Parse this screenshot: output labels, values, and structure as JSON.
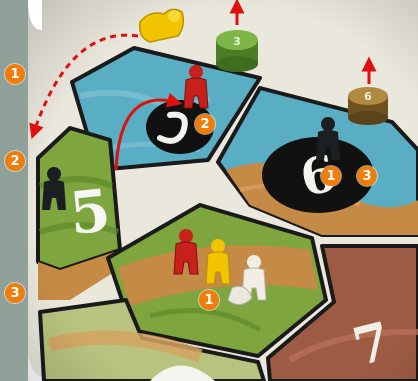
{
  "sidebar": {
    "badges": [
      "1",
      "2",
      "3"
    ],
    "color": "#8fa199"
  },
  "tiles": [
    {
      "id": "top",
      "number": "",
      "terrain": "water"
    },
    {
      "id": "top-right",
      "number": "6",
      "terrain": "water-desert"
    },
    {
      "id": "left",
      "number": "5",
      "terrain": "grassland"
    },
    {
      "id": "center",
      "number": "",
      "terrain": "grassland-desert"
    },
    {
      "id": "bottom-right",
      "number": "7",
      "terrain": "desert"
    },
    {
      "id": "bottom-left",
      "number": "",
      "terrain": "grassland-desert"
    }
  ],
  "tokens": [
    {
      "id": "green-token",
      "label": "3",
      "color": "#5c9a2e"
    },
    {
      "id": "brown-token",
      "label": "6",
      "color": "#8e6a2c"
    }
  ],
  "meeples": [
    {
      "id": "yellow-lying",
      "color": "#f2c400"
    },
    {
      "id": "red-top",
      "color": "#c8201b"
    },
    {
      "id": "black-right",
      "color": "#1b1f22"
    },
    {
      "id": "black-left",
      "color": "#1b1f22"
    },
    {
      "id": "red-center",
      "color": "#c8201b"
    },
    {
      "id": "yellow-center",
      "color": "#f2c400"
    },
    {
      "id": "white-center",
      "color": "#f1eee6"
    }
  ],
  "markers": [
    {
      "id": "marker-top-tile",
      "label": "2"
    },
    {
      "id": "marker-right-tile-a",
      "label": "1"
    },
    {
      "id": "marker-right-tile-b",
      "label": "3"
    },
    {
      "id": "marker-center-tile",
      "label": "1"
    }
  ],
  "colors": {
    "badge": "#ef7d0b",
    "arrow": "#e0100f",
    "water": "#5aaec3",
    "grass": "#7ea53e",
    "desert": "#c58a45",
    "red_desert": "#9e5b44",
    "board_gap": "#eae7dd"
  }
}
